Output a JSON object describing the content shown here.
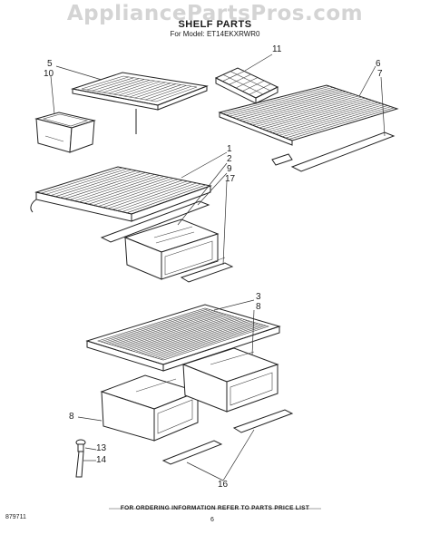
{
  "watermark": "AppliancePartsPros.com",
  "header": {
    "title": "SHELF PARTS",
    "model_line": "For Model: ET14EKXRWR0"
  },
  "callouts": {
    "c5": "5",
    "c10": "10",
    "c11": "11",
    "c6": "6",
    "c7": "7",
    "c1": "1",
    "c2": "2",
    "c9": "9",
    "c17": "17",
    "c3": "3",
    "c8a": "8",
    "c8b": "8",
    "c13": "13",
    "c14": "14",
    "c16": "16"
  },
  "footer": {
    "ordering_note": "FOR ORDERING INFORMATION REFER TO PARTS PRICE LIST",
    "drawing_code": "879711",
    "page_number": "6"
  }
}
